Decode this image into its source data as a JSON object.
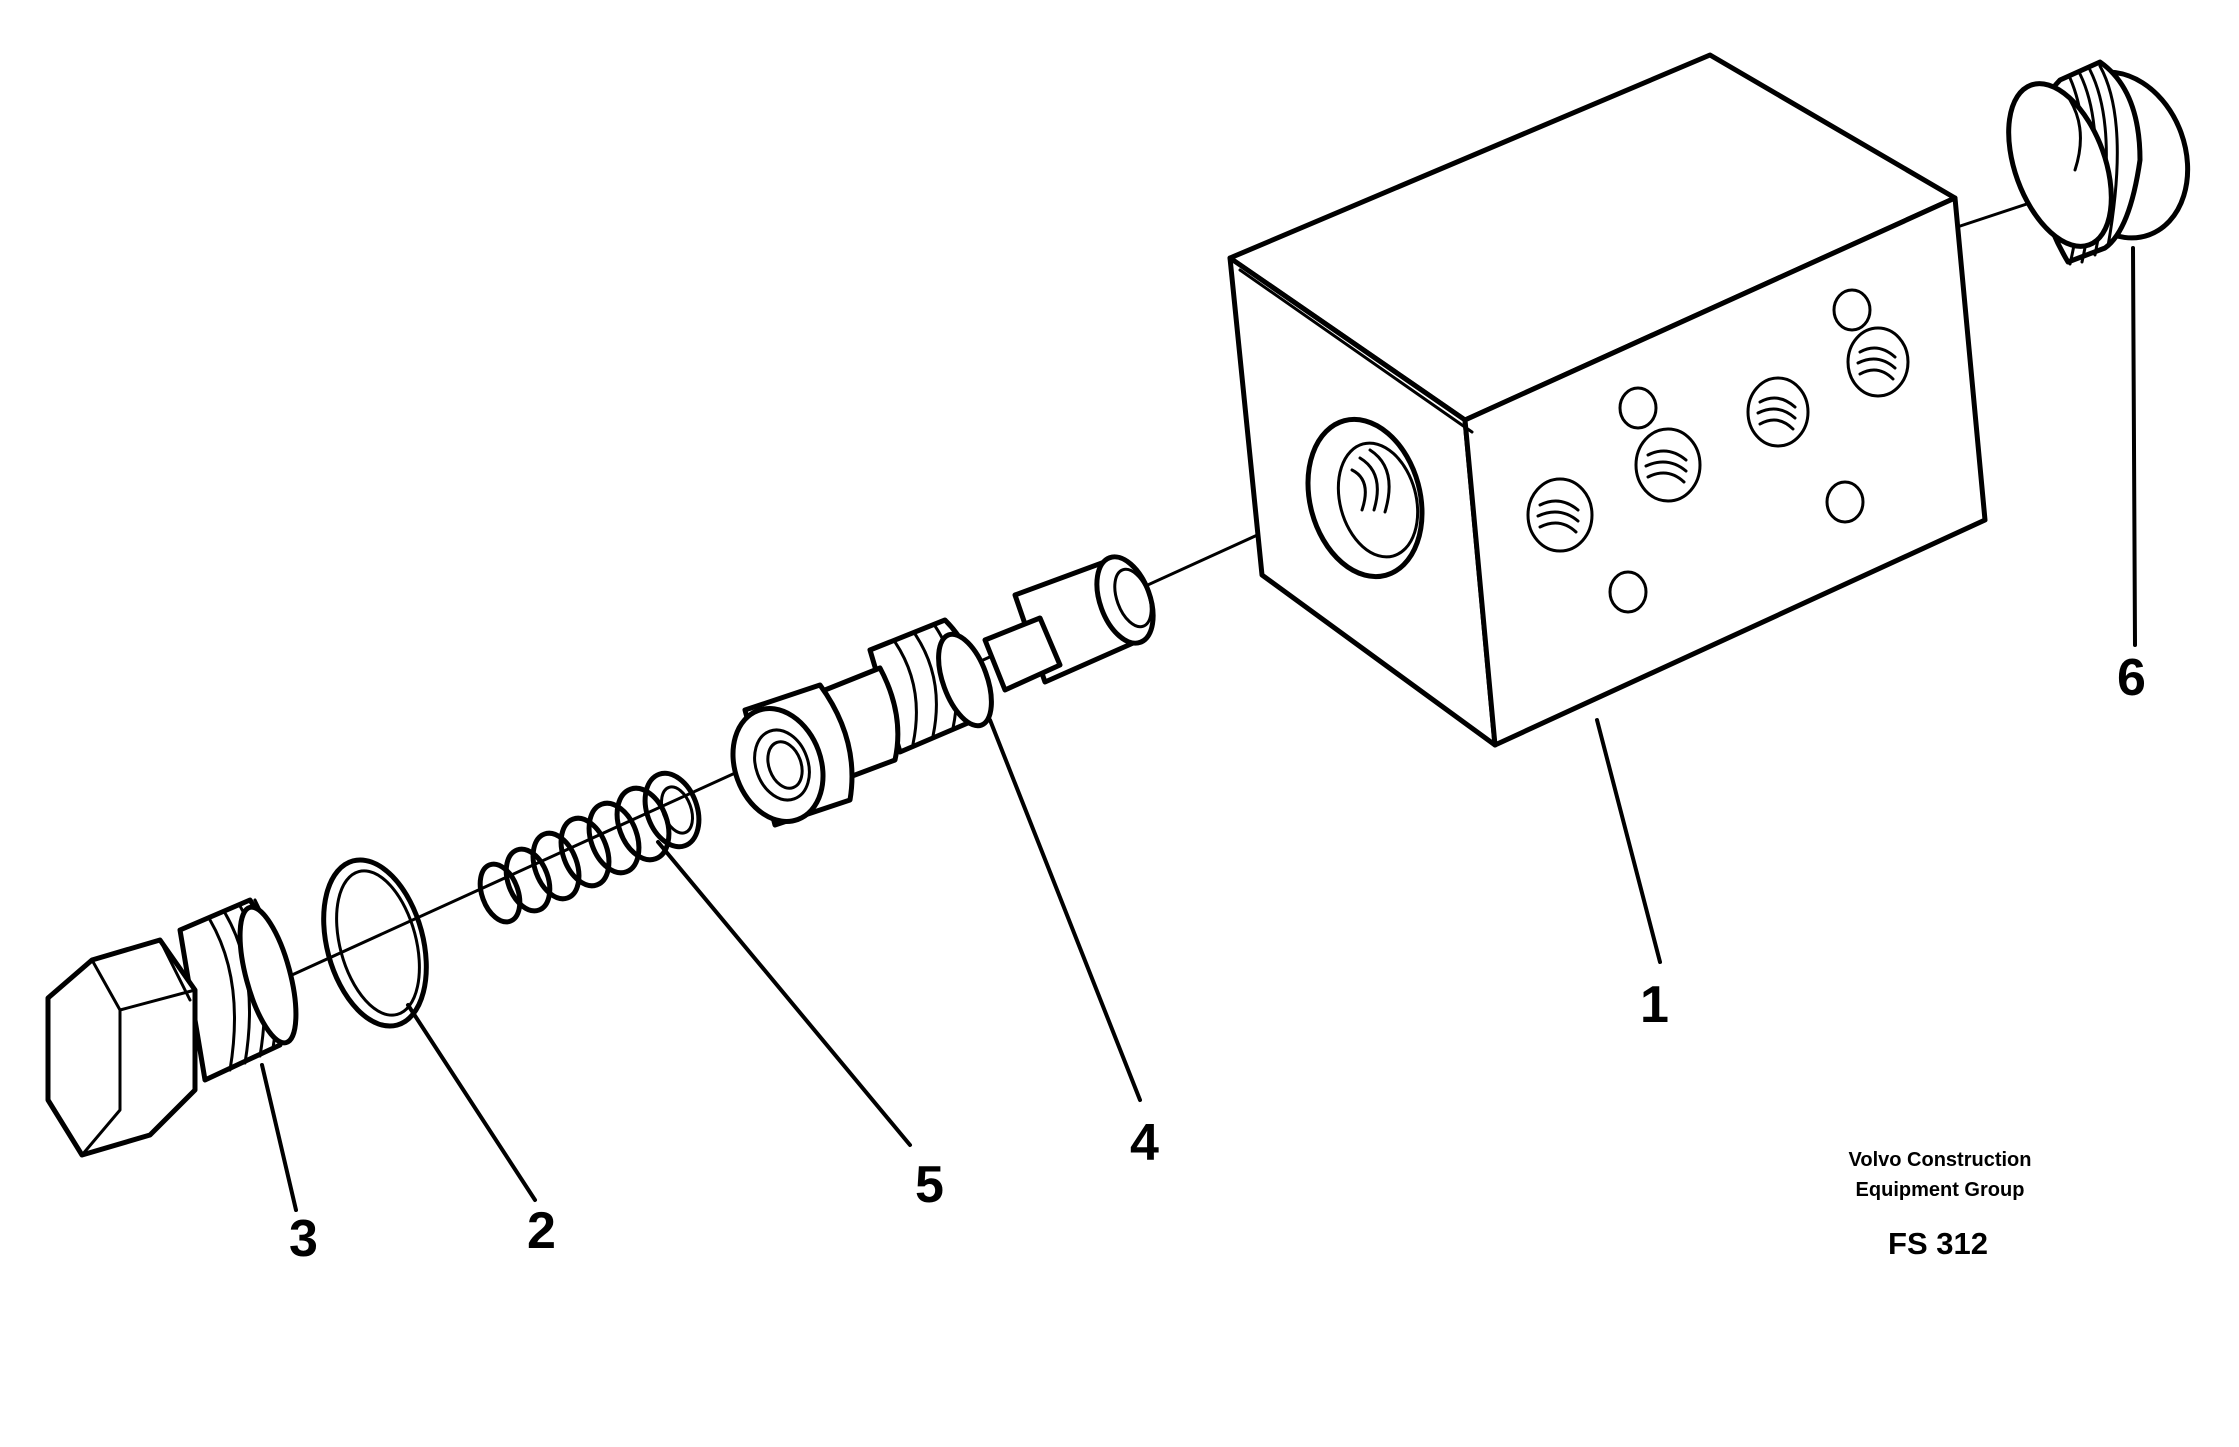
{
  "callouts": {
    "c1": "1",
    "c2": "2",
    "c3": "3",
    "c4": "4",
    "c5": "5",
    "c6": "6"
  },
  "caption": {
    "line1": "Volvo Construction",
    "line2": "Equipment Group",
    "code": "FS 312"
  }
}
